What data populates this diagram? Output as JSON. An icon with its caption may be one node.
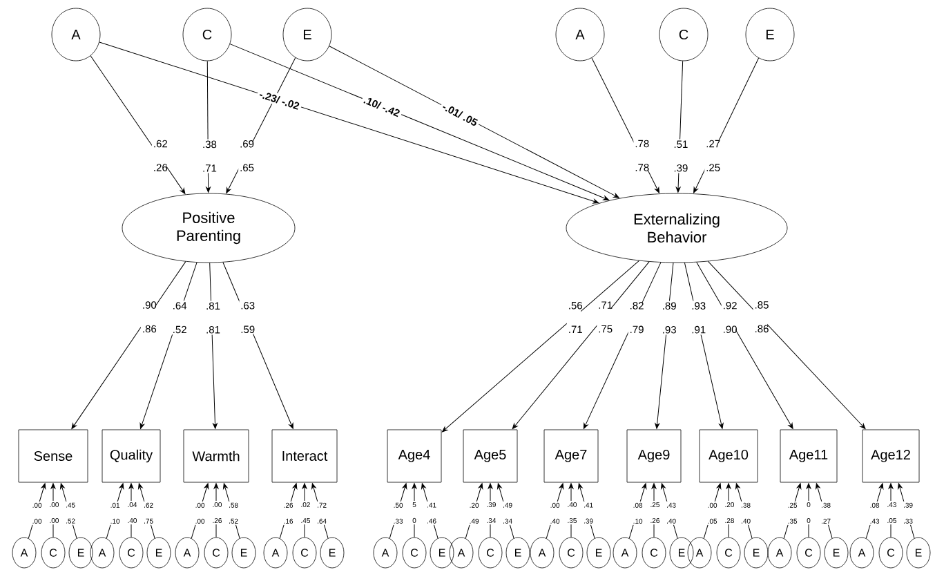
{
  "diagram": {
    "nodes": [
      {
        "text": [
          "A"
        ]
      },
      {
        "text": [
          "C"
        ]
      },
      {
        "text": [
          "E"
        ]
      },
      {
        "text": [
          "A"
        ]
      },
      {
        "text": [
          "C"
        ]
      },
      {
        "text": [
          "E"
        ]
      },
      {
        "text": [
          "Positive Parenting"
        ]
      },
      {
        "text": [
          "Externalizing Behavior"
        ]
      },
      {
        "text": [
          "Sense"
        ]
      },
      {
        "text": [
          "Quality"
        ]
      },
      {
        "text": [
          "Warmth"
        ]
      },
      {
        "text": [
          "Interact"
        ]
      },
      {
        "text": [
          "Age4"
        ]
      },
      {
        "text": [
          "Age5"
        ]
      },
      {
        "text": [
          "Age7"
        ]
      },
      {
        "text": [
          "Age9"
        ]
      },
      {
        "text": [
          "Age10"
        ]
      },
      {
        "text": [
          "Age11"
        ]
      },
      {
        "text": [
          "Age12"
        ]
      },
      {
        "text": [
          "A"
        ]
      },
      {
        "text": [
          "C"
        ]
      },
      {
        "text": [
          "E"
        ]
      },
      {
        "text": [
          "A"
        ]
      },
      {
        "text": [
          "C"
        ]
      },
      {
        "text": [
          "E"
        ]
      },
      {
        "text": [
          "A"
        ]
      },
      {
        "text": [
          "C"
        ]
      },
      {
        "text": [
          "E"
        ]
      },
      {
        "text": [
          "A"
        ]
      },
      {
        "text": [
          "C"
        ]
      },
      {
        "text": [
          "E"
        ]
      },
      {
        "text": [
          "A"
        ]
      },
      {
        "text": [
          "C"
        ]
      },
      {
        "text": [
          "E"
        ]
      },
      {
        "text": [
          "A"
        ]
      },
      {
        "text": [
          "C"
        ]
      },
      {
        "text": [
          "E"
        ]
      },
      {
        "text": [
          "A"
        ]
      },
      {
        "text": [
          "C"
        ]
      },
      {
        "text": [
          "E"
        ]
      },
      {
        "text": [
          "A"
        ]
      },
      {
        "text": [
          "C"
        ]
      },
      {
        "text": [
          "E"
        ]
      },
      {
        "text": [
          "A"
        ]
      },
      {
        "text": [
          "C"
        ]
      },
      {
        "text": [
          "E"
        ]
      },
      {
        "text": [
          "A"
        ]
      },
      {
        "text": [
          "C"
        ]
      },
      {
        "text": [
          "E"
        ]
      },
      {
        "text": [
          "A"
        ]
      },
      {
        "text": [
          "C"
        ]
      },
      {
        "text": [
          "E"
        ]
      }
    ],
    "edges": [
      {
        "from": 0,
        "to": 6,
        "arrow": "to",
        "label": ".62 .26"
      },
      {
        "from": 1,
        "to": 6,
        "arrow": "to",
        "label": ".38 .71"
      },
      {
        "from": 2,
        "to": 6,
        "arrow": "to",
        "label": ".69 .65"
      },
      {
        "from": 0,
        "to": 7,
        "arrow": "to",
        "label": "-.23/ -.02"
      },
      {
        "from": 1,
        "to": 7,
        "arrow": "to",
        "label": ".10/ -.42"
      },
      {
        "from": 2,
        "to": 7,
        "arrow": "to",
        "label": "-.01/ .05"
      },
      {
        "from": 3,
        "to": 7,
        "arrow": "to",
        "label": ".78 .78"
      },
      {
        "from": 4,
        "to": 7,
        "arrow": "to",
        "label": ".51 .39"
      },
      {
        "from": 5,
        "to": 7,
        "arrow": "to",
        "label": ".27 .25"
      },
      {
        "from": 6,
        "to": 8,
        "arrow": "to",
        "label": ".90 .86"
      },
      {
        "from": 6,
        "to": 9,
        "arrow": "to",
        "label": ".64 .52"
      },
      {
        "from": 6,
        "to": 10,
        "arrow": "to",
        "label": ".81 .81"
      },
      {
        "from": 6,
        "to": 11,
        "arrow": "to",
        "label": ".63 .59"
      },
      {
        "from": 7,
        "to": 12,
        "arrow": "to",
        "label": ".56 .71"
      },
      {
        "from": 7,
        "to": 13,
        "arrow": "to",
        "label": ".71 .75"
      },
      {
        "from": 7,
        "to": 14,
        "arrow": "to",
        "label": ".82 .79"
      },
      {
        "from": 7,
        "to": 15,
        "arrow": "to",
        "label": ".89 .93"
      },
      {
        "from": 7,
        "to": 16,
        "arrow": "to",
        "label": ".93 .91"
      },
      {
        "from": 7,
        "to": 17,
        "arrow": "to",
        "label": ".92 .90"
      },
      {
        "from": 7,
        "to": 18,
        "arrow": "to",
        "label": ".85 .86"
      },
      {
        "from": 19,
        "to": 8,
        "arrow": "to",
        "label": ".00 .00"
      },
      {
        "from": 20,
        "to": 8,
        "arrow": "to",
        "label": ".00 .00"
      },
      {
        "from": 21,
        "to": 8,
        "arrow": "to",
        "label": ".45 .52"
      },
      {
        "from": 22,
        "to": 9,
        "arrow": "to",
        "label": ".01 .10"
      },
      {
        "from": 23,
        "to": 9,
        "arrow": "to",
        "label": ".04 .40"
      },
      {
        "from": 24,
        "to": 9,
        "arrow": "to",
        "label": ".62 .75"
      },
      {
        "from": 25,
        "to": 10,
        "arrow": "to",
        "label": ".00 .00"
      },
      {
        "from": 26,
        "to": 10,
        "arrow": "to",
        "label": ".00 .26"
      },
      {
        "from": 27,
        "to": 10,
        "arrow": "to",
        "label": ".58 .52"
      },
      {
        "from": 28,
        "to": 11,
        "arrow": "to",
        "label": ".26 .16"
      },
      {
        "from": 29,
        "to": 11,
        "arrow": "to",
        "label": ".02 .45"
      },
      {
        "from": 30,
        "to": 11,
        "arrow": "to",
        "label": ".72 .64"
      },
      {
        "from": 31,
        "to": 12,
        "arrow": "to",
        "label": ".50 .33"
      },
      {
        "from": 32,
        "to": 12,
        "arrow": "to",
        "label": "5 0"
      },
      {
        "from": 33,
        "to": 12,
        "arrow": "to",
        "label": ".41 .46"
      },
      {
        "from": 34,
        "to": 13,
        "arrow": "to",
        "label": ".20 .49"
      },
      {
        "from": 35,
        "to": 13,
        "arrow": "to",
        "label": ".39 .34"
      },
      {
        "from": 36,
        "to": 13,
        "arrow": "to",
        "label": ".49 .34"
      },
      {
        "from": 37,
        "to": 14,
        "arrow": "to",
        "label": ".00 .40"
      },
      {
        "from": 38,
        "to": 14,
        "arrow": "to",
        "label": ".40 .35"
      },
      {
        "from": 39,
        "to": 14,
        "arrow": "to",
        "label": ".41 .39"
      },
      {
        "from": 40,
        "to": 15,
        "arrow": "to",
        "label": ".08 .10"
      },
      {
        "from": 41,
        "to": 15,
        "arrow": "to",
        "label": ".25 .26"
      },
      {
        "from": 42,
        "to": 15,
        "arrow": "to",
        "label": ".43 .40"
      },
      {
        "from": 43,
        "to": 16,
        "arrow": "to",
        "label": ".00 .05"
      },
      {
        "from": 44,
        "to": 16,
        "arrow": "to",
        "label": ".20 .28"
      },
      {
        "from": 45,
        "to": 16,
        "arrow": "to",
        "label": ".38 .40"
      },
      {
        "from": 46,
        "to": 17,
        "arrow": "to",
        "label": ".25 .35"
      },
      {
        "from": 47,
        "to": 17,
        "arrow": "to",
        "label": "0 0"
      },
      {
        "from": 48,
        "to": 17,
        "arrow": "to",
        "label": ".38 .27"
      },
      {
        "from": 49,
        "to": 18,
        "arrow": "to",
        "label": ".08 .43"
      },
      {
        "from": 50,
        "to": 18,
        "arrow": "to",
        "label": ".43 .05"
      },
      {
        "from": 51,
        "to": 18,
        "arrow": "to",
        "label": ".39 .33"
      }
    ]
  }
}
